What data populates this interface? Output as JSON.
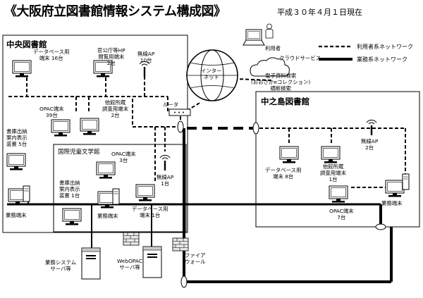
{
  "header": {
    "title": "《大阪府立図書館情報システム構成図》",
    "date": "平成３０年４月１日現在"
  },
  "legend": {
    "user_network": "利用者系ネットワーク",
    "business_network": "業務系ネットワーク"
  },
  "internet": {
    "label_line1": "インター",
    "label_line2": "ネット"
  },
  "users": {
    "label": "利用者"
  },
  "cloud": {
    "label": "クラウドサービス",
    "service_line1": "電子資料検索",
    "service_line2": "(おおさかeコレクション)",
    "service_line3": "横断検索"
  },
  "router": {
    "label": "ルータ"
  },
  "central": {
    "name": "中央図書館",
    "database_terminal": [
      "データベース用",
      "端末 16台"
    ],
    "gov_hp_terminal": [
      "官公庁等HP",
      "閲覧用端末",
      "2台"
    ],
    "wireless_ap": [
      "無線AP",
      "10台"
    ],
    "opac_terminal": [
      "OPAC端末",
      "39台"
    ],
    "other_holdings_terminal": [
      "他館所蔵",
      "調査用端末",
      "2台"
    ],
    "stack_display": [
      "書庫出納",
      "案内表示",
      "装置 5台"
    ],
    "business_terminal": "業務端末"
  },
  "childrens": {
    "name": "国際児童文学館",
    "opac_terminal": [
      "OPAC端末",
      "3台"
    ],
    "wireless_ap": [
      "無線AP",
      "1台"
    ],
    "stack_display": [
      "書庫出納",
      "案内表示",
      "装置 1台"
    ],
    "business_terminal": "業務端末",
    "database_terminal": [
      "データベース用",
      "端末 1台"
    ]
  },
  "nakanoshima": {
    "name": "中之島図書館",
    "wireless_ap": [
      "無線AP",
      "2台"
    ],
    "database_terminal": [
      "データベース用",
      "端末 8台"
    ],
    "other_holdings_terminal": [
      "他館所蔵",
      "調査用端末",
      "1台"
    ],
    "opac_terminal": [
      "OPAC端末",
      "7台"
    ],
    "business_terminal": "業務端末"
  },
  "servers": {
    "business_system": [
      "業務システム",
      "サーバ等"
    ],
    "web_opac": [
      "WebOPAC",
      "サーバ等"
    ],
    "firewall": [
      "ファイア",
      "ウォール"
    ]
  }
}
